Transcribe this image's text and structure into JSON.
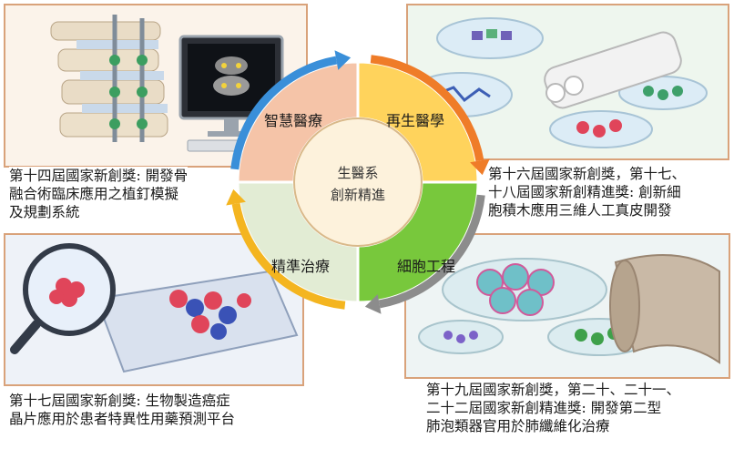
{
  "center": {
    "line1": "生醫系",
    "line2": "創新精進"
  },
  "segments": [
    {
      "key": "smart",
      "label": "智慧醫療",
      "color": "#f5c4a8",
      "arc_color": "#3a8fd9"
    },
    {
      "key": "regen",
      "label": "再生醫學",
      "color": "#ffd35c",
      "arc_color": "#ef7c28"
    },
    {
      "key": "cell",
      "label": "細胞工程",
      "color": "#78c83c",
      "arc_color": "#8c8c8c"
    },
    {
      "key": "precision",
      "label": "精準治療",
      "color": "#e2ecd4",
      "arc_color": "#f4b520"
    }
  ],
  "captions": {
    "top_left": {
      "line1": "第十四屆國家新創獎: 開發骨",
      "line2": "融合術臨床應用之植釘模擬",
      "line3": "及規劃系統"
    },
    "top_right": {
      "line1": "第十六屆國家新創獎，第十七、",
      "line2": "十八屆國家新創精進獎: 創新細",
      "line3": "胞積木應用三維人工真皮開發"
    },
    "bottom_left": {
      "line1": "第十七屆國家新創獎: 生物製造癌症",
      "line2": "晶片應用於患者特異性用藥預測平台"
    },
    "bottom_right": {
      "line1": "第十九屆國家新創獎，第二十、二十一、",
      "line2": "二十二屆國家新創精進獎: 開發第二型",
      "line3": "肺泡類器官用於肺纖維化治療"
    }
  },
  "colors": {
    "panel_border": "#d9a27a",
    "center_fill": "#fdf2dc"
  },
  "icons": [
    "spine-illustration",
    "monitor-illustration",
    "petri-dish-illustration",
    "scaffold-illustration",
    "magnifier-illustration",
    "chip-illustration",
    "organoid-illustration",
    "tissue-roll-illustration"
  ]
}
